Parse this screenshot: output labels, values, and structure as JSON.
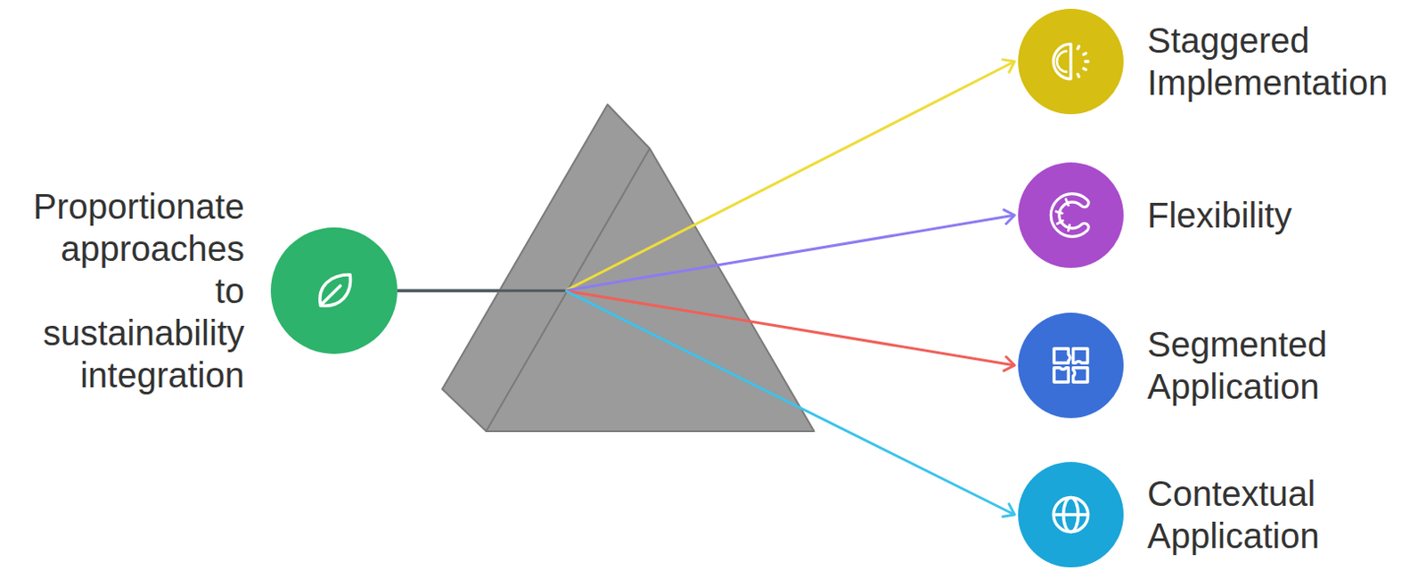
{
  "diagram": {
    "nodes": [
      {
        "text": [
          "Proportionate approaches to sustainability integration"
        ]
      },
      {
        "text": [
          "Staggered Implementation"
        ]
      },
      {
        "text": [
          "Flexibility"
        ]
      },
      {
        "text": [
          "Segmented Application"
        ]
      },
      {
        "text": [
          "Contextual Application"
        ]
      }
    ],
    "edges": [
      {
        "from": 0,
        "to": 1,
        "arrow": "to"
      },
      {
        "from": 0,
        "to": 2,
        "arrow": "to"
      },
      {
        "from": 0,
        "to": 3,
        "arrow": "to"
      },
      {
        "from": 0,
        "to": 4,
        "arrow": "to"
      }
    ]
  }
}
